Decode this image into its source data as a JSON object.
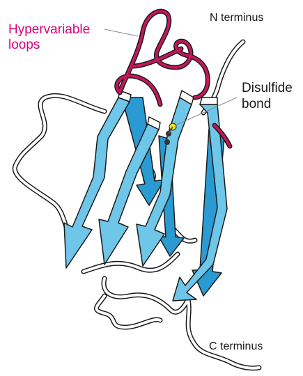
{
  "labels": {
    "hypervariable_line1": "Hypervariable",
    "hypervariable_line2": "loops",
    "n_terminus": "N terminus",
    "disulfide_line1": "Disulfide",
    "disulfide_line2": "bond",
    "c_terminus": "C terminus"
  },
  "colors": {
    "strand_fill": "#6ec6e8",
    "strand_dark": "#2a9ad2",
    "hypervariable": "#c2185b",
    "coil": "#ffffff",
    "outline": "#1a1a1a",
    "disulfide": "#f2e21a",
    "label_magenta": "#d6007e"
  }
}
